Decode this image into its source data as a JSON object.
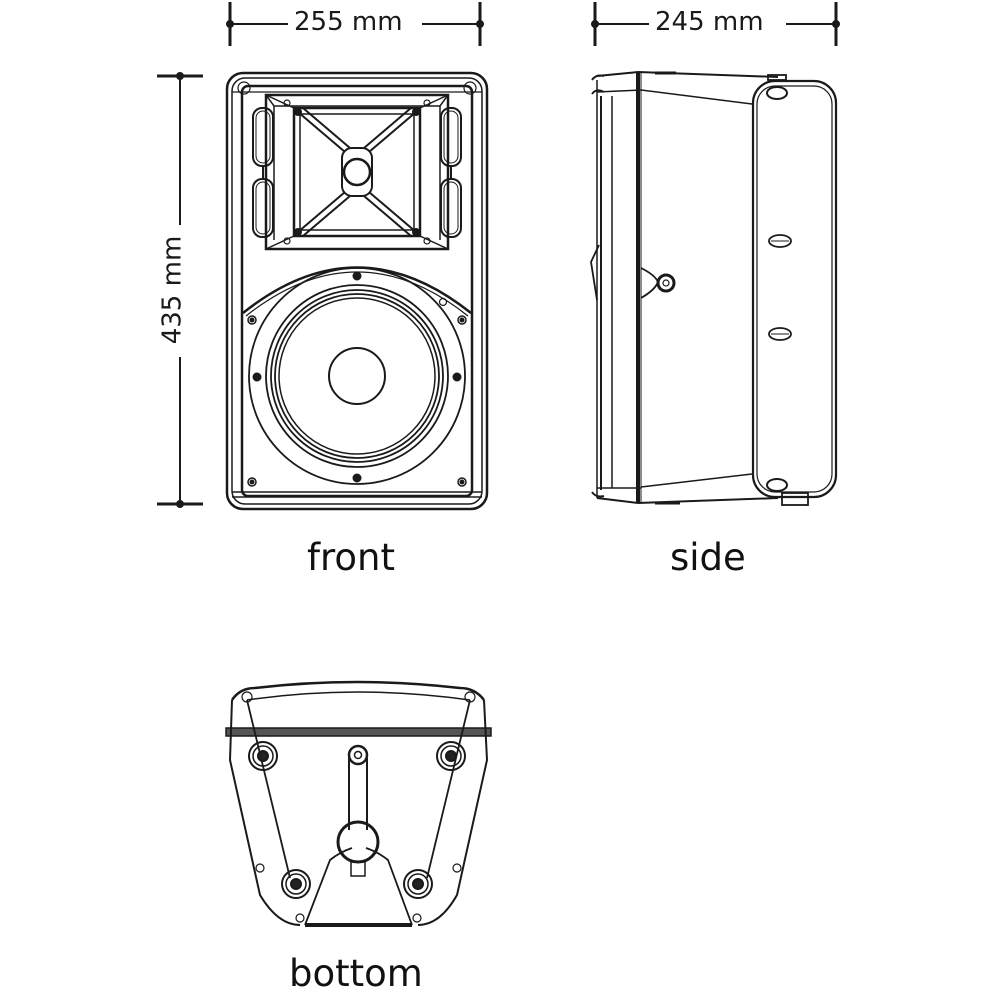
{
  "diagram": {
    "subject": "loudspeaker cabinet dimension drawing",
    "stroke_color": "#1a1a1a",
    "background": "#ffffff"
  },
  "dimensions": {
    "width": {
      "value": 255,
      "unit": "mm",
      "label": "255 mm"
    },
    "depth": {
      "value": 245,
      "unit": "mm",
      "label": "245 mm"
    },
    "height": {
      "value": 435,
      "unit": "mm",
      "label": "435 mm"
    }
  },
  "views": {
    "front": {
      "label": "front"
    },
    "side": {
      "label": "side"
    },
    "bottom": {
      "label": "bottom"
    }
  }
}
